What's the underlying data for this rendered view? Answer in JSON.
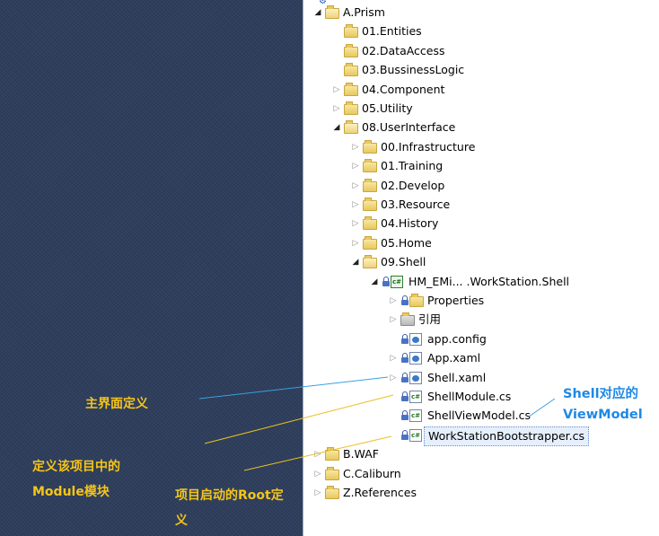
{
  "tree": {
    "rows": [
      {
        "label": "A.Prism",
        "expander": "open",
        "icon": "folder-open-icon",
        "lock": false,
        "selected": false
      },
      {
        "label": "01.Entities",
        "expander": "none",
        "icon": "folder-icon",
        "lock": false,
        "selected": false
      },
      {
        "label": "02.DataAccess",
        "expander": "none",
        "icon": "folder-icon",
        "lock": false,
        "selected": false
      },
      {
        "label": "03.BussinessLogic",
        "expander": "none",
        "icon": "folder-icon",
        "lock": false,
        "selected": false
      },
      {
        "label": "04.Component",
        "expander": "closed",
        "icon": "folder-icon",
        "lock": false,
        "selected": false
      },
      {
        "label": "05.Utility",
        "expander": "closed",
        "icon": "folder-icon",
        "lock": false,
        "selected": false
      },
      {
        "label": "08.UserInterface",
        "expander": "open",
        "icon": "folder-open-icon",
        "lock": false,
        "selected": false
      },
      {
        "label": "00.Infrastructure",
        "expander": "closed",
        "icon": "folder-icon",
        "lock": false,
        "selected": false
      },
      {
        "label": "01.Training",
        "expander": "closed",
        "icon": "folder-icon",
        "lock": false,
        "selected": false
      },
      {
        "label": "02.Develop",
        "expander": "closed",
        "icon": "folder-icon",
        "lock": false,
        "selected": false
      },
      {
        "label": "03.Resource",
        "expander": "closed",
        "icon": "folder-icon",
        "lock": false,
        "selected": false
      },
      {
        "label": "04.History",
        "expander": "closed",
        "icon": "folder-icon",
        "lock": false,
        "selected": false
      },
      {
        "label": "05.Home",
        "expander": "closed",
        "icon": "folder-icon",
        "lock": false,
        "selected": false
      },
      {
        "label": "09.Shell",
        "expander": "open",
        "icon": "folder-open-icon",
        "lock": false,
        "selected": false
      },
      {
        "label": "HM_EMi... .WorkStation.Shell",
        "expander": "open",
        "icon": "csharp-project-icon",
        "lock": true,
        "selected": false
      },
      {
        "label": "Properties",
        "expander": "closed",
        "icon": "properties-folder-icon",
        "lock": true,
        "selected": false
      },
      {
        "label": "引用",
        "expander": "closed",
        "icon": "references-icon",
        "lock": false,
        "selected": false
      },
      {
        "label": "app.config",
        "expander": "none",
        "icon": "config-file-icon",
        "lock": true,
        "selected": false
      },
      {
        "label": "App.xaml",
        "expander": "closed",
        "icon": "xaml-file-icon",
        "lock": true,
        "selected": false
      },
      {
        "label": "Shell.xaml",
        "expander": "closed",
        "icon": "xaml-file-icon",
        "lock": true,
        "selected": false
      },
      {
        "label": "ShellModule.cs",
        "expander": "none",
        "icon": "csharp-file-icon",
        "lock": true,
        "selected": false
      },
      {
        "label": "ShellViewModel.cs",
        "expander": "none",
        "icon": "csharp-file-icon",
        "lock": true,
        "selected": false
      },
      {
        "label": "WorkStationBootstrapper.cs",
        "expander": "none",
        "icon": "csharp-file-icon",
        "lock": true,
        "selected": true
      },
      {
        "label": "B.WAF",
        "expander": "closed",
        "icon": "folder-icon",
        "lock": false,
        "selected": false
      },
      {
        "label": "C.Caliburn",
        "expander": "closed",
        "icon": "folder-icon",
        "lock": false,
        "selected": false
      },
      {
        "label": "Z.References",
        "expander": "closed",
        "icon": "folder-icon",
        "lock": false,
        "selected": false
      }
    ]
  },
  "annotations": {
    "main_interface": "主界面定义",
    "module_line1": "定义该项目中的",
    "module_line2": "Module模块",
    "root_line1": "项目启动的Root定",
    "root_line2": "义",
    "shell_line1": "Shell对应的",
    "shell_line2": "ViewModel"
  },
  "colors": {
    "annotation_yellow": "#f5c518",
    "annotation_blue": "#1e88e5",
    "left_panel": "#2e3e5c",
    "selection_border": "#6a8fc7"
  }
}
